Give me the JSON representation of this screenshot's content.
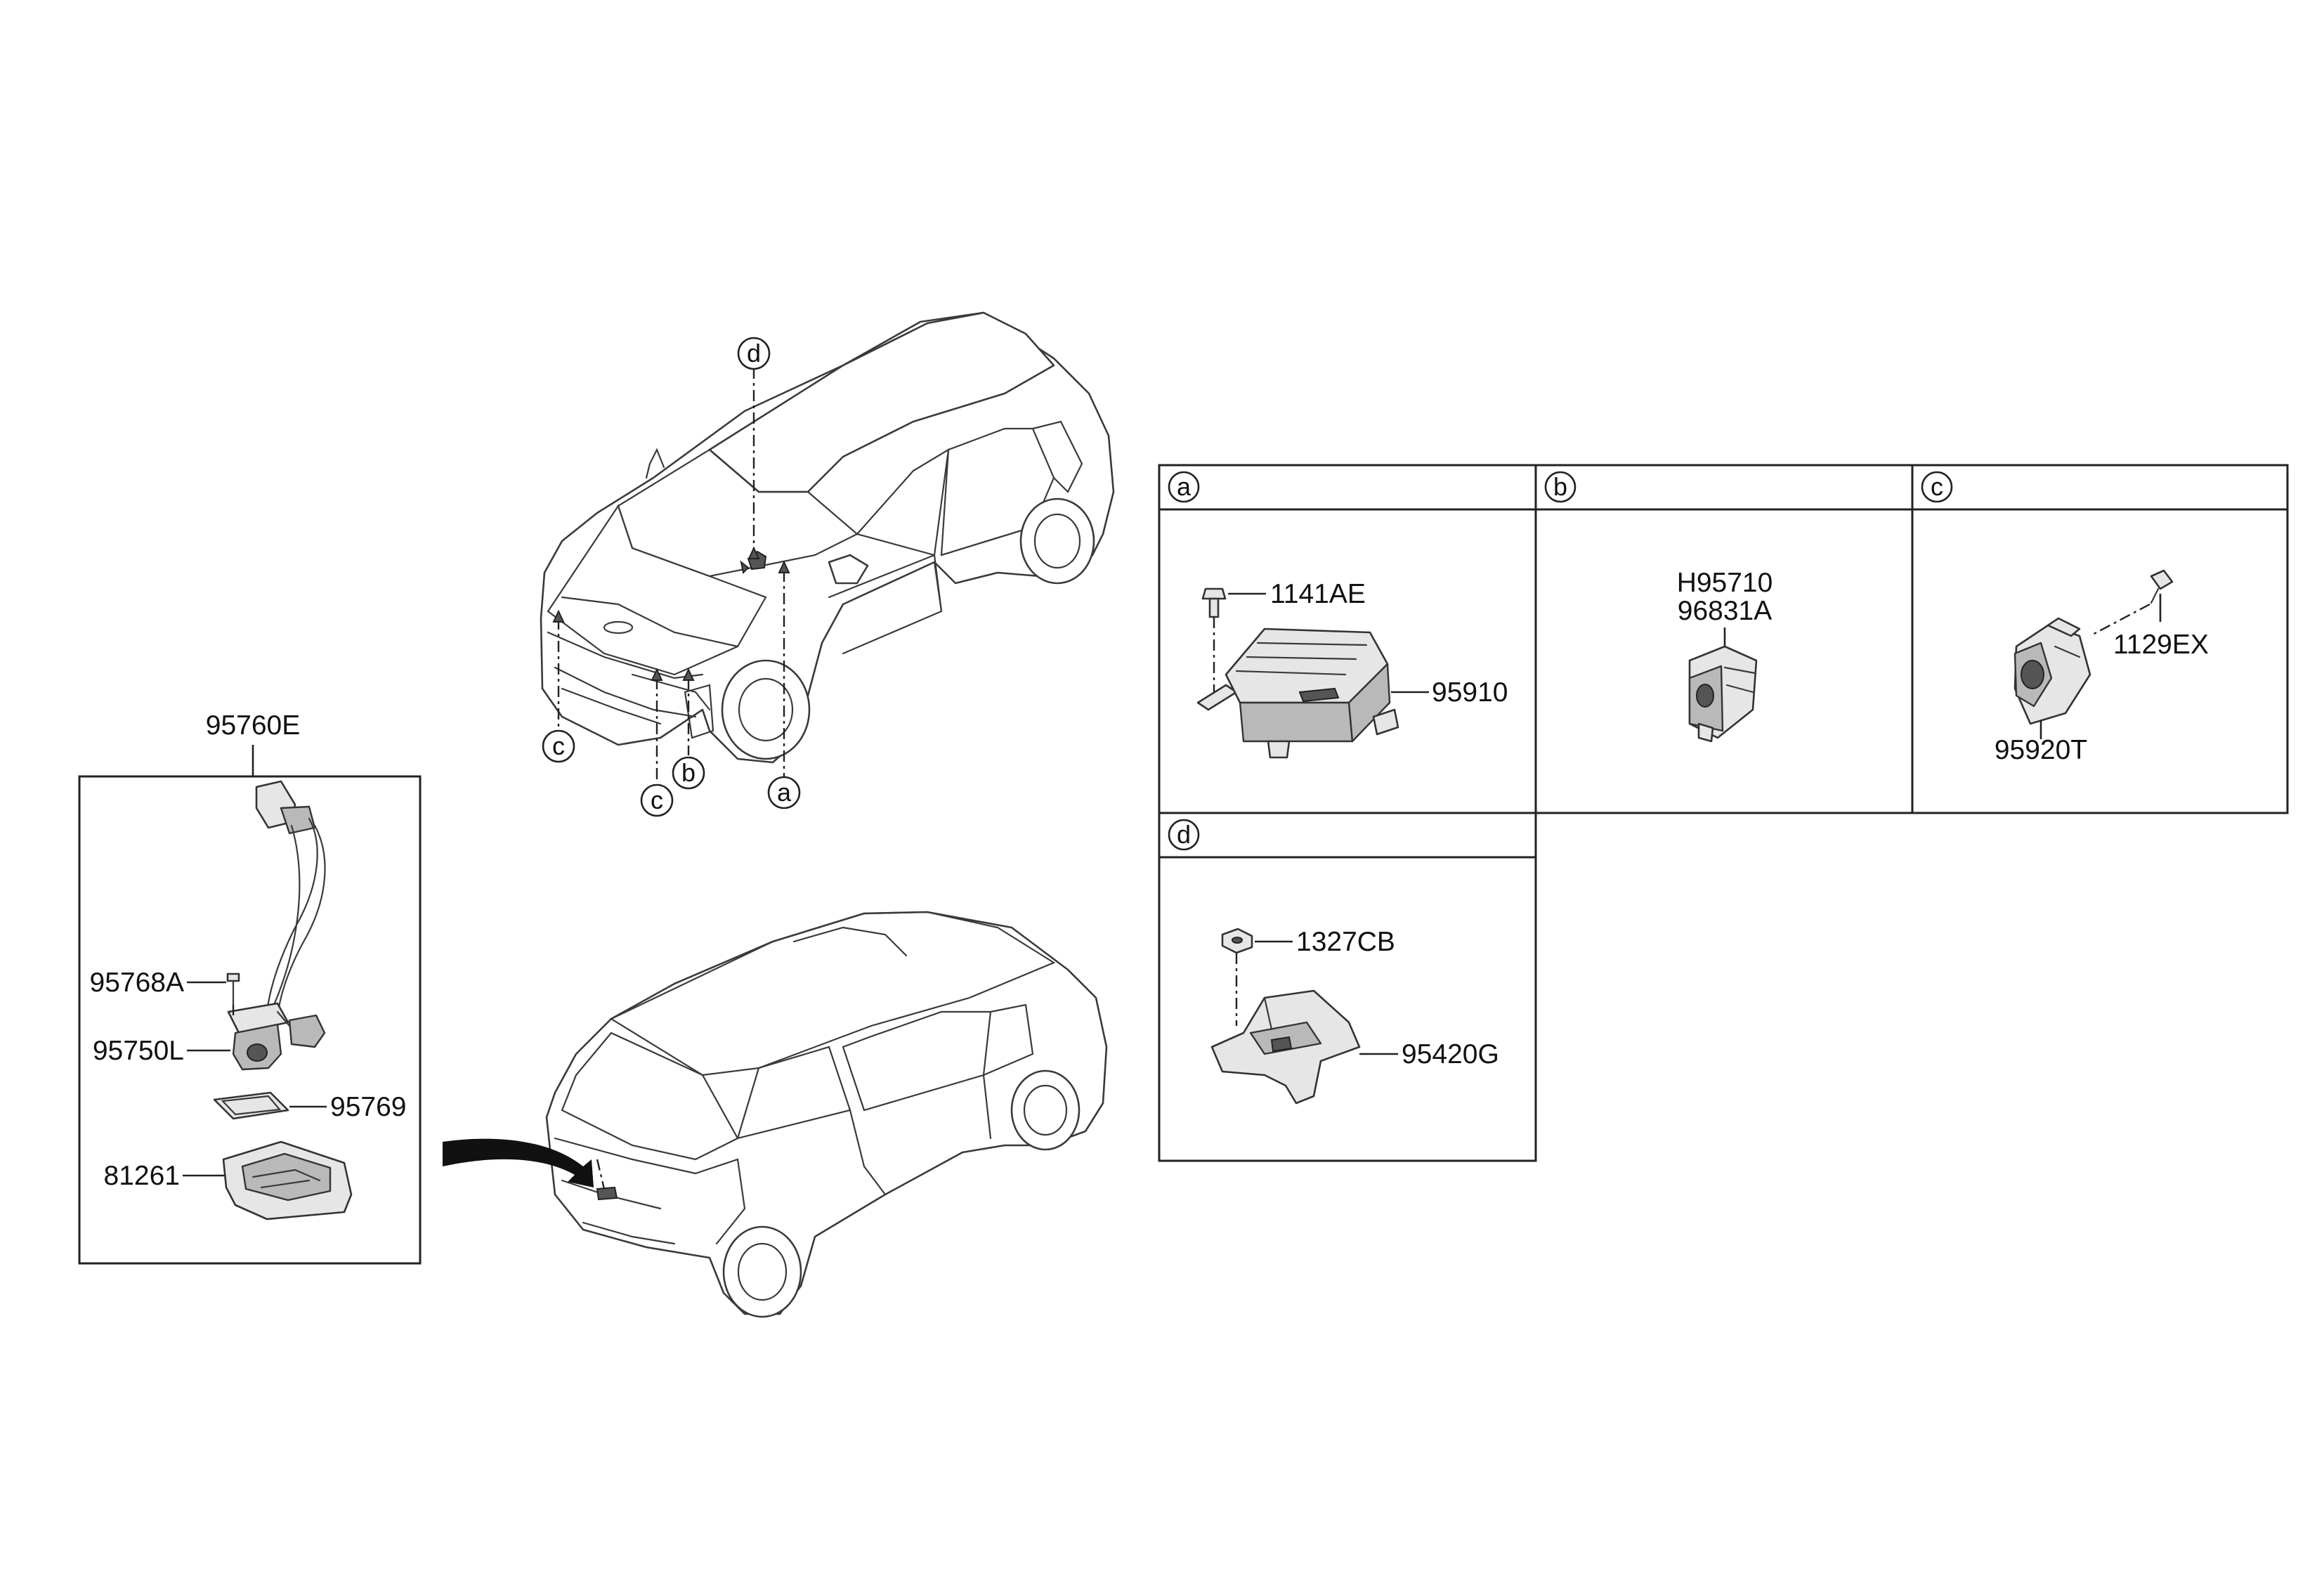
{
  "title": "",
  "callouts": {
    "d": "d",
    "c1": "c",
    "c2": "c",
    "b": "b",
    "a": "a"
  },
  "left_group": {
    "assembly": "95760E",
    "parts": [
      "95768A",
      "95750L",
      "95769",
      "81261"
    ]
  },
  "panels": {
    "a": {
      "letter": "a",
      "parts": [
        "1141AE",
        "95910"
      ]
    },
    "b": {
      "letter": "b",
      "parts": [
        "H95710",
        "96831A"
      ]
    },
    "c": {
      "letter": "c",
      "parts": [
        "1129EX",
        "95920T"
      ]
    },
    "d": {
      "letter": "d",
      "parts": [
        "1327CB",
        "95420G"
      ]
    }
  },
  "colors": {
    "line": "#222222",
    "part_fill": "#e6e6e6",
    "part_shade": "#b9b9b9"
  }
}
